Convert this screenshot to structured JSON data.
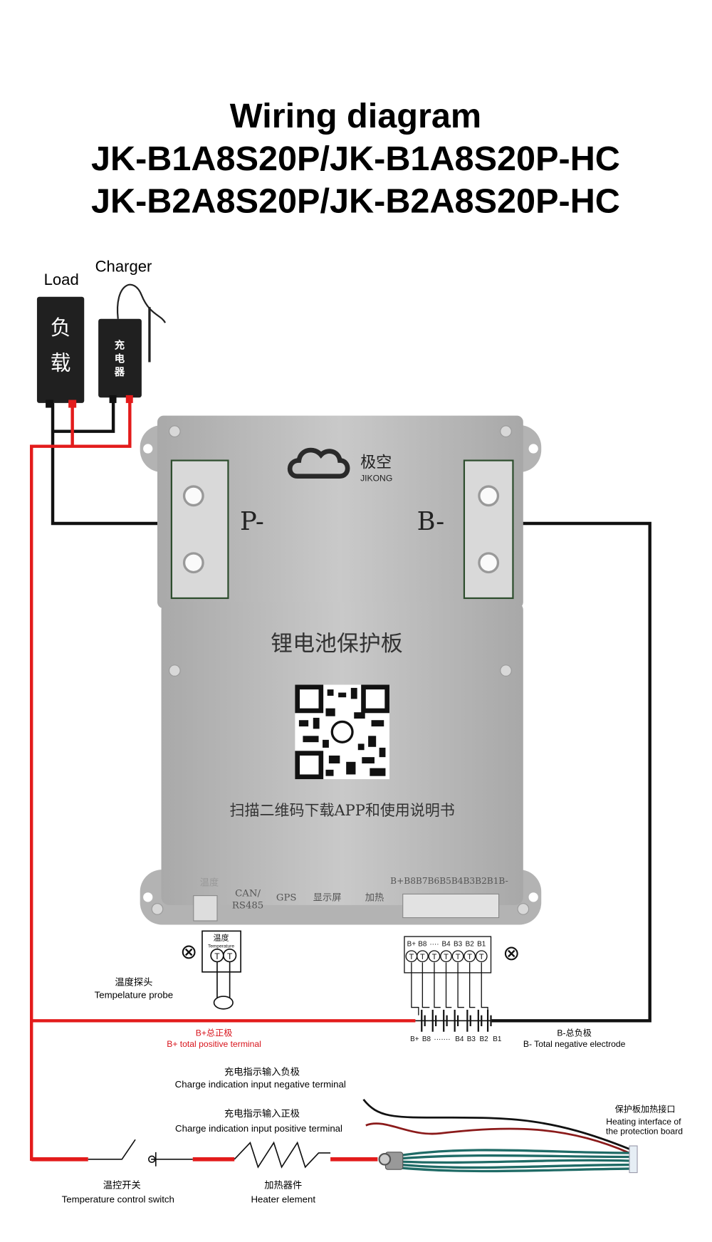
{
  "title": {
    "line1": "Wiring diagram",
    "line2": "JK-B1A8S20P/JK-B1A8S20P-HC",
    "line3": "JK-B2A8S20P/JK-B2A8S20P-HC"
  },
  "devices": {
    "load_label": "Load",
    "load_text": [
      "负",
      "载"
    ],
    "charger_label": "Charger",
    "charger_text": [
      "充",
      "电",
      "器"
    ]
  },
  "board": {
    "brand_cn": "极空",
    "brand_en": "JIKONG",
    "p_minus": "P-",
    "b_minus": "B-",
    "name_cn": "锂电池保护板",
    "scan_text": "扫描二维码下载APP和使用说明书",
    "ports": {
      "temp": "温度",
      "can1": "CAN/",
      "can2": "RS485",
      "gps": "GPS",
      "display": "显示屏",
      "heat": "加热",
      "balance": "B+B8B7B6B5B4B3B2B1B-"
    }
  },
  "temp_connector": {
    "title_cn": "温度",
    "title_en": "Temperature",
    "pin": "T"
  },
  "balance_connector": {
    "labels": [
      "B+",
      "B8",
      "····",
      "B4",
      "B3",
      "B2",
      "B1"
    ],
    "pin": "T",
    "cell_labels": [
      "B+",
      "B8",
      "·······",
      "B4",
      "B3",
      "B2",
      "B1"
    ]
  },
  "labels": {
    "probe_cn": "温度探头",
    "probe_en": "Tempelature probe",
    "bplus_cn": "B+总正极",
    "bplus_en": "B+ total positive terminal",
    "bminus_cn": "B-总负极",
    "bminus_en": "B- Total negative electrode",
    "charge_neg_cn": "充电指示输入负极",
    "charge_neg_en": "Charge indication input negative terminal",
    "charge_pos_cn": "充电指示输入正极",
    "charge_pos_en": "Charge indication input positive terminal",
    "heat_if_cn": "保护板加热接口",
    "heat_if_en1": "Heating interface of",
    "heat_if_en2": "the protection board",
    "switch_cn": "温控开关",
    "switch_en": "Temperature control switch",
    "heater_cn": "加热器件",
    "heater_en": "Heater element"
  },
  "colors": {
    "red_wire": "#e31b1b",
    "black_wire": "#111111",
    "board": "#b9b9b9",
    "label_red": "#d8141c",
    "harness": "#1f6b66"
  }
}
